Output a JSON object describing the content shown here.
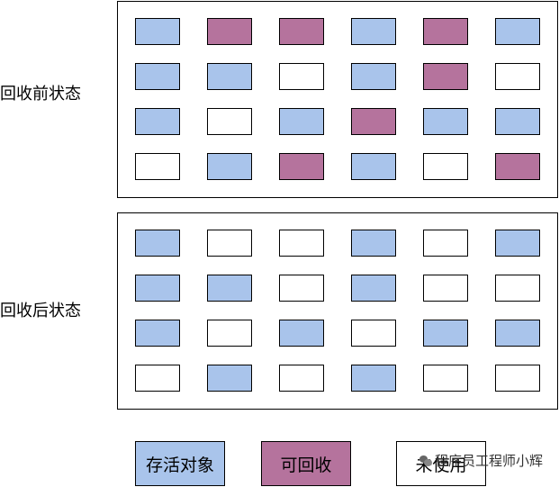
{
  "colors": {
    "alive": "#a9c4eb",
    "reclaimable": "#b5739d",
    "unused": "#ffffff"
  },
  "before": {
    "label": "回收前状态",
    "grid": [
      [
        "alive",
        "reclaimable",
        "reclaimable",
        "alive",
        "reclaimable",
        "alive"
      ],
      [
        "alive",
        "alive",
        "unused",
        "alive",
        "reclaimable",
        "unused"
      ],
      [
        "alive",
        "unused",
        "alive",
        "reclaimable",
        "alive",
        "alive"
      ],
      [
        "unused",
        "alive",
        "reclaimable",
        "alive",
        "unused",
        "reclaimable"
      ]
    ]
  },
  "after": {
    "label": "回收后状态",
    "grid": [
      [
        "alive",
        "unused",
        "unused",
        "alive",
        "unused",
        "alive"
      ],
      [
        "alive",
        "alive",
        "unused",
        "alive",
        "unused",
        "unused"
      ],
      [
        "alive",
        "unused",
        "alive",
        "unused",
        "alive",
        "alive"
      ],
      [
        "unused",
        "alive",
        "unused",
        "alive",
        "unused",
        "unused"
      ]
    ]
  },
  "legend": {
    "alive_label": "存活对象",
    "reclaimable_label": "可回收",
    "unused_label": "未使用"
  },
  "watermark": {
    "text": "程序员工程师小辉"
  }
}
